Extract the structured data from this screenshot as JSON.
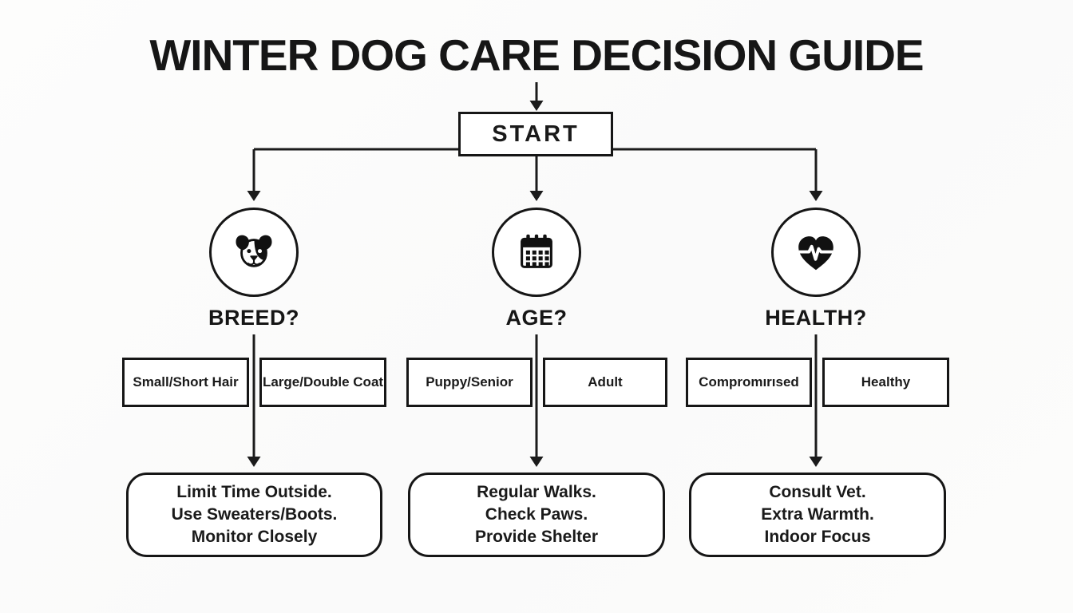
{
  "title": "WINTER DOG CARE DECISION GUIDE",
  "start": {
    "label": "START"
  },
  "branches": [
    {
      "id": "breed",
      "icon": "dog-face-icon",
      "question": "BREED?",
      "options": [
        "Small/Short Hair",
        "Large/Double Coat"
      ],
      "result_lines": [
        "Limit Time Outside.",
        "Use Sweaters/Boots.",
        "Monitor Closely"
      ]
    },
    {
      "id": "age",
      "icon": "calendar-icon",
      "question": "AGE?",
      "options": [
        "Puppy/Senior",
        "Adult"
      ],
      "result_lines": [
        "Regular Walks.",
        "Check Paws.",
        "Provide Shelter"
      ]
    },
    {
      "id": "health",
      "icon": "heart-pulse-icon",
      "question": "HEALTH?",
      "options": [
        "Compromırısed",
        "Healthy"
      ],
      "result_lines": [
        "Consult Vet.",
        "Extra Warmth.",
        "Indoor Focus"
      ]
    }
  ],
  "colors": {
    "ink": "#161616",
    "background": "#fbfbfa",
    "box_fill": "#ffffff"
  }
}
